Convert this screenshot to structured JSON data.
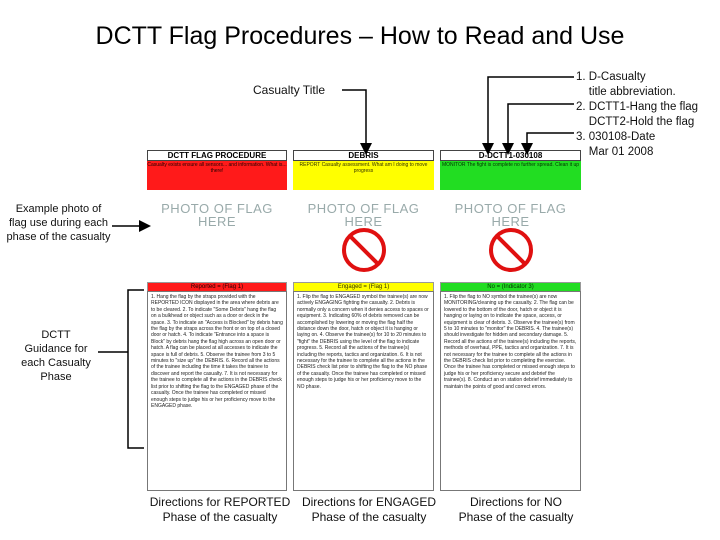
{
  "title": "DCTT Flag Procedures – How to Read and Use",
  "callouts": {
    "casualty_title": "Casualty Title",
    "right_notes": "1. D-Casualty\n    title abbreviation.\n2. DCTT1-Hang the flag\n    DCTT2-Hold the flag\n3. 030108-Date\n    Mar 01 2008",
    "left_photo": "Example photo of flag use during each phase of the casualty",
    "left_guidance": "DCTT Guidance for each Casualty Phase"
  },
  "columns": [
    {
      "header": "DCTT FLAG PROCEDURE",
      "phase_box": "Casualty exists ensure all sensors... and information. What is... there!",
      "phase_color": "#ff1a1a",
      "photo_text": "PHOTO OF FLAG HERE",
      "phase_header": "Reported = (Flag 1)",
      "guidance": "1. Hang the flag by the straps provided with the REPORTED ICON displayed in the area where debris are to be cleared. 2. To indicate \"Some Debris\" hang the flag on a bulkhead or object such as a door or deck in the space. 3. To indicate an \"Access is Blocked\" by debris hang the flag by the straps across the front or on top of a closed door or hatch. 4. To indicate \"Entrance into a space is Block\" by debris hang the flag high across an open door or hatch. A flag can be placed at all accesses to indicate the space is full of debris. 5. Observe the trainee from 3 to 5 minutes to \"size up\" the DEBRIS. 6. Record all the actions of the trainee including the time it takes the trainee to discover and report the casualty. 7. It is not necessary for the trainee to complete all the actions in the DEBRIS check list prior to shifting the flag to the ENGAGED phase of the casualty. Once the trainee has completed or missed enough steps to judge his or her proficiency move to the ENGAGED phase.",
      "bottom_label": "Directions for REPORTED Phase of the casualty"
    },
    {
      "header": "DEBRIS",
      "phase_box": "REPORT Casualty assessment. What am I doing to move progress",
      "phase_color": "#ffff00",
      "photo_text": "PHOTO OF FLAG HERE",
      "phase_header": "Engaged = (Flag 1)",
      "guidance": "1. Flip the flag to ENGAGED symbol the trainee(s) are now actively ENGAGING fighting the casualty. 2. Debris is normally only a concern when it denies access to spaces or equipment. 3. Indicating 60% of debris removed can be accomplished by lowering or moving the flag half the distance down the door, hatch or object it is hanging or laying on. 4. Observe the trainee(s) for 10 to 20 minutes to \"fight\" the DEBRIS using the level of the flag to indicate progress. 5. Record all the actions of the trainee(s) including the reports, tactics and organization. 6. It is not necessary for the trainee to complete all the actions in the DEBRIS check list prior to shifting the flag to the NO phase of the casualty. Once the trainee has completed or missed enough steps to judge his or her proficiency move to the NO phase.",
      "bottom_label": "Directions for ENGAGED Phase of the casualty"
    },
    {
      "header": "D-DCTT1-030108",
      "phase_box": "MONITOR The fight is complete no further spread. Clean it up",
      "phase_color": "#22dd22",
      "photo_text": "PHOTO OF FLAG HERE",
      "phase_header": "No = (Indicator 3)",
      "guidance": "1. Flip the flag to NO symbol the trainee(s) are now MONITORING/cleaning up the casualty. 2. The flag can be lowered to the bottom of the door, hatch or object it is hanging or laying on to indicate the space, access, or equipment is clear of debris. 3. Observe the trainee(s) from 5 to 10 minutes to \"monitor\" the DEBRIS. 4. The trainee(s) should investigate for hidden and secondary damage. 5. Record all the actions of the trainee(s) including the reports, methods of overhaul, PPE, tactics and organization. 7. It is not necessary for the trainee to complete all the actions in the DEBRIS check list prior to completing the exercise. Once the trainee has completed or missed enough steps to judge his or her proficiency secure and debrief the trainee(s). 8. Conduct an on station debrief immediately to maintain the points of good and correct errors.",
      "bottom_label": "Directions for NO Phase of the casualty"
    }
  ],
  "colors": {
    "arrow": "#000000",
    "prohibit": "#e01010"
  }
}
